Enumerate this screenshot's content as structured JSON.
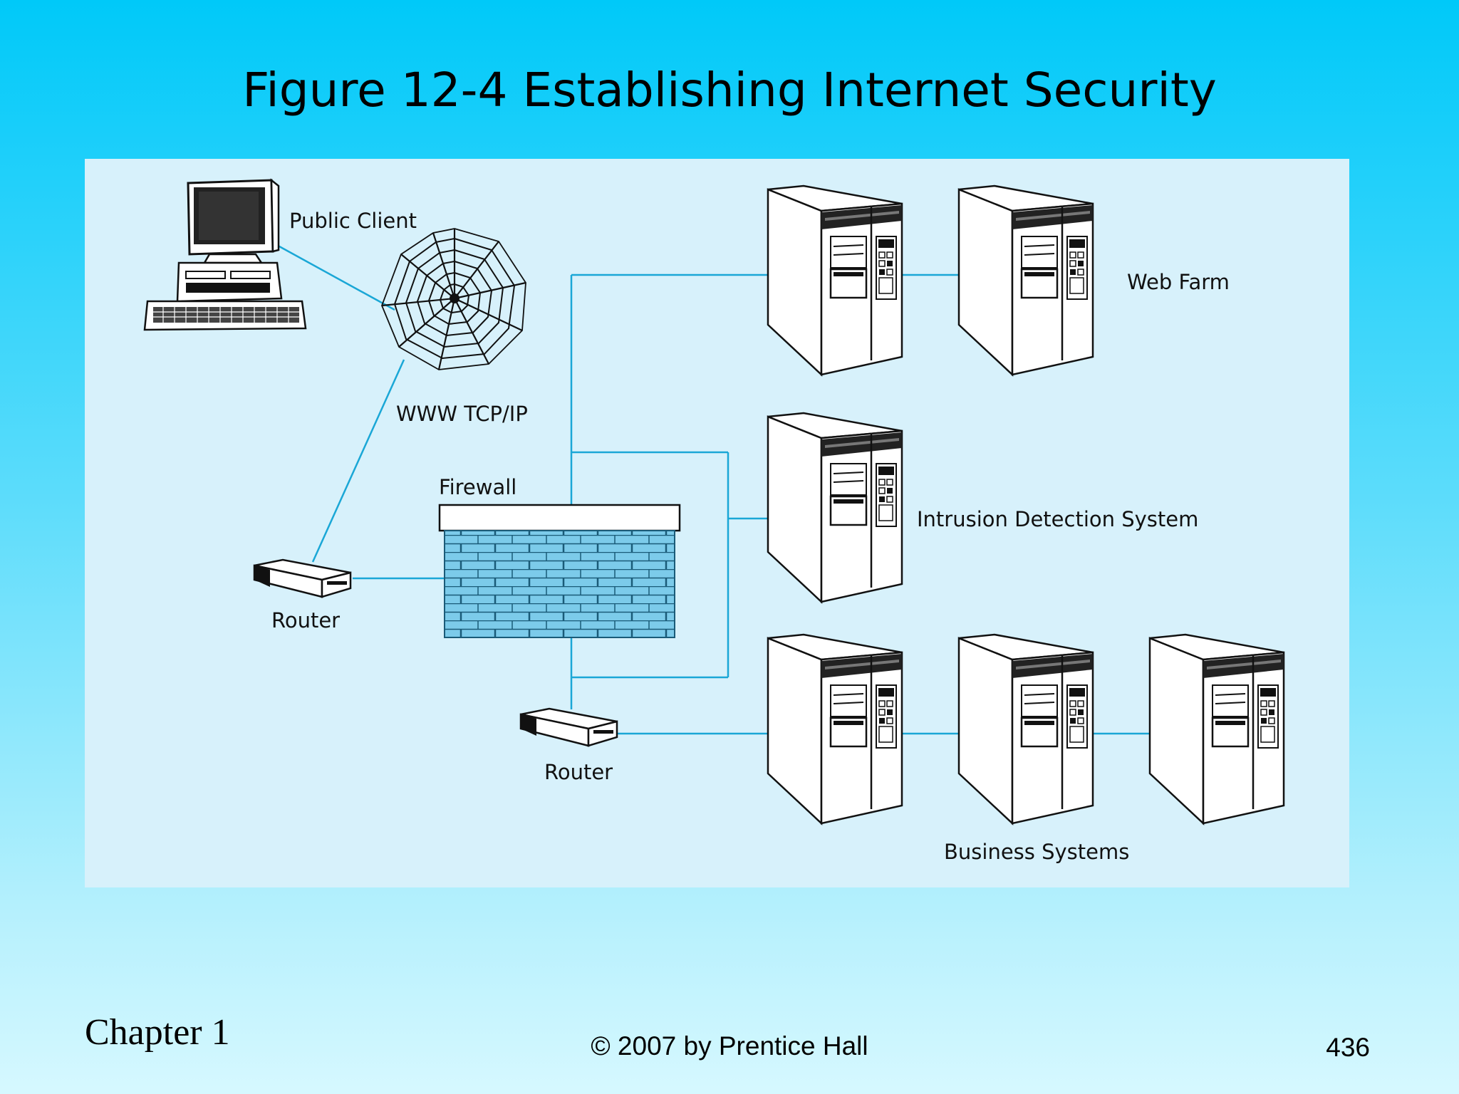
{
  "slide": {
    "title": "Figure 12-4 Establishing Internet Security"
  },
  "diagram": {
    "labels": {
      "public_client": "Public Client",
      "www": "WWW TCP/IP",
      "firewall": "Firewall",
      "router_left": "Router",
      "router_bottom": "Router",
      "web_farm": "Web Farm",
      "ids": "Intrusion Detection System",
      "business": "Business Systems"
    },
    "colors": {
      "connection_line": "#1aa7d6",
      "brick": "#7ccbea",
      "panel": "#d7f1fb"
    },
    "icons": [
      "desktop-computer-icon",
      "spider-web-icon",
      "router-icon",
      "firewall-brick-wall-icon",
      "server-tower-icon"
    ]
  },
  "footer": {
    "chapter": "Chapter 1",
    "copyright": "© 2007 by Prentice Hall",
    "page": "436"
  }
}
